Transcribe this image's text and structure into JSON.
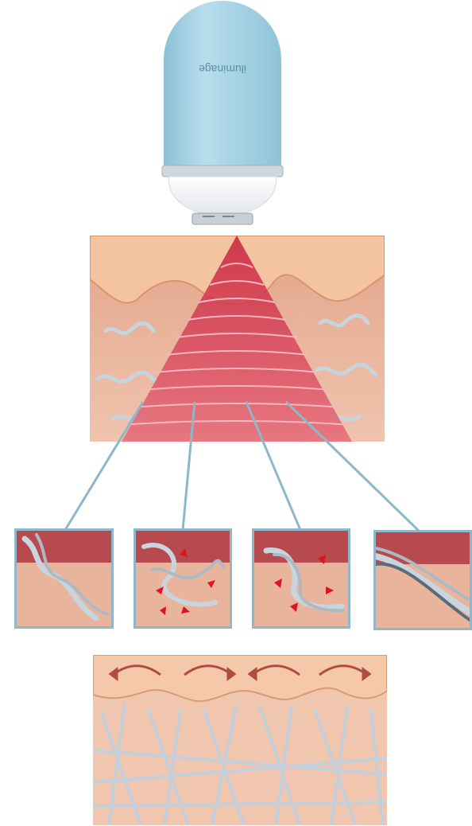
{
  "device": {
    "brand": "iluminage",
    "colors": {
      "body": "#a9d3e4",
      "band": "#d8dde0",
      "cap": "#f4f6f7"
    }
  },
  "panels": [
    {
      "id": "p1",
      "state": "collagen-intact",
      "arrows": false
    },
    {
      "id": "p2",
      "state": "collagen-heated",
      "arrows": true
    },
    {
      "id": "p3",
      "state": "collagen-contracting",
      "arrows": true
    },
    {
      "id": "p4",
      "state": "collagen-tightened",
      "arrows": false
    }
  ],
  "colors": {
    "skin": "#f2c2a2",
    "dermis": "#e7a98c",
    "heat": "#d8344a",
    "fiber": "#c9d6e0",
    "arrow": "#e0141f",
    "connector": "#8fb7c9"
  },
  "skin_arrows": [
    "left",
    "right",
    "left",
    "right"
  ]
}
